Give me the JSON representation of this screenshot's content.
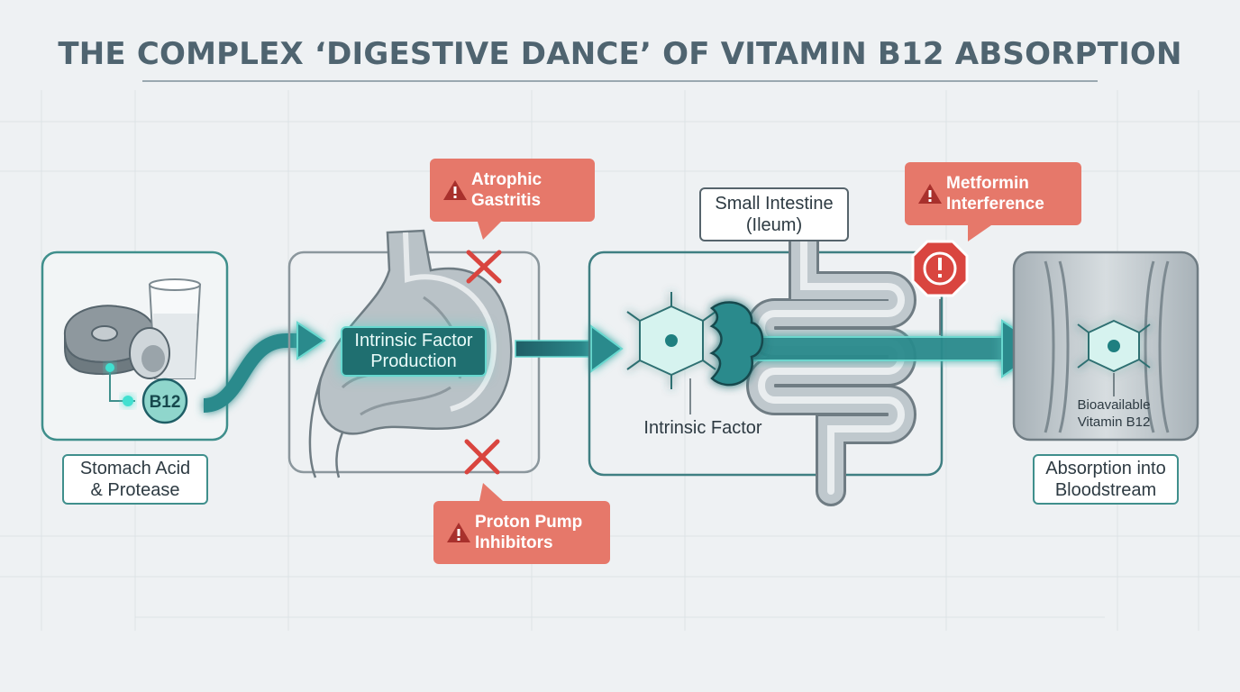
{
  "title": "THE COMPLEX ‘DIGESTIVE DANCE’ OF VITAMIN B12 ABSORPTION",
  "nodes": {
    "stomach_acid": {
      "line1": "Stomach Acid",
      "line2": "& Protease"
    },
    "b12_badge": "B12",
    "intrinsic_production": {
      "line1": "Intrinsic Factor",
      "line2": "Production"
    },
    "intrinsic_factor": "Intrinsic Factor",
    "small_intestine": {
      "line1": "Small Intestine",
      "line2": "(Ileum)"
    },
    "bioavailable": {
      "line1": "Bioavailable",
      "line2": "Vitamin B12"
    },
    "absorption": {
      "line1": "Absorption into",
      "line2": "Bloodstream"
    }
  },
  "warnings": {
    "atrophic": {
      "line1": "Atrophic",
      "line2": "Gastritis"
    },
    "ppi": {
      "line1": "Proton Pump",
      "line2": "Inhibitors"
    },
    "metformin": {
      "line1": "Metformin",
      "line2": "Interference"
    }
  },
  "icons": [
    "meat-icon",
    "egg-icon",
    "milk-glass-icon",
    "stomach-icon",
    "intestine-icon",
    "molecule-icon",
    "blocked-x-icon",
    "warning-triangle-icon",
    "stop-sign-icon",
    "blood-vessel-icon"
  ],
  "colors": {
    "teal": "#3f8f8c",
    "glow": "#40e0d0",
    "warning": "#e6786a",
    "block": "#d9453f",
    "title": "#4f6470"
  }
}
